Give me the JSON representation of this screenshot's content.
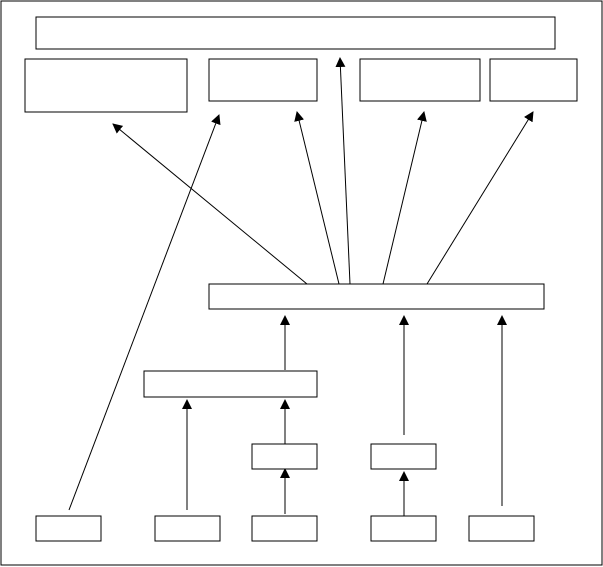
{
  "diagram": {
    "nodes": [
      {
        "id": "top-banner",
        "label": ""
      },
      {
        "id": "top-box-1",
        "label": ""
      },
      {
        "id": "top-box-2",
        "label": ""
      },
      {
        "id": "top-box-3",
        "label": ""
      },
      {
        "id": "top-box-4",
        "label": ""
      },
      {
        "id": "middle-bar",
        "label": ""
      },
      {
        "id": "left-mid-bar",
        "label": ""
      },
      {
        "id": "small-box-1",
        "label": ""
      },
      {
        "id": "small-box-2",
        "label": ""
      },
      {
        "id": "bottom-box-1",
        "label": ""
      },
      {
        "id": "bottom-box-2",
        "label": ""
      },
      {
        "id": "bottom-box-3",
        "label": ""
      },
      {
        "id": "bottom-box-4",
        "label": ""
      },
      {
        "id": "bottom-box-5",
        "label": ""
      }
    ],
    "edges": [
      {
        "from": "bottom-box-1",
        "to": "top-box-2"
      },
      {
        "from": "bottom-box-2",
        "to": "left-mid-bar"
      },
      {
        "from": "bottom-box-3",
        "to": "small-box-1"
      },
      {
        "from": "small-box-1",
        "to": "left-mid-bar"
      },
      {
        "from": "left-mid-bar",
        "to": "middle-bar"
      },
      {
        "from": "bottom-box-4",
        "to": "small-box-2"
      },
      {
        "from": "small-box-2",
        "to": "middle-bar"
      },
      {
        "from": "bottom-box-5",
        "to": "middle-bar"
      },
      {
        "from": "middle-bar",
        "to": "top-box-1"
      },
      {
        "from": "middle-bar",
        "to": "top-box-2"
      },
      {
        "from": "middle-bar",
        "to": "top-banner"
      },
      {
        "from": "middle-bar",
        "to": "top-box-3"
      },
      {
        "from": "middle-bar",
        "to": "top-box-4"
      }
    ]
  }
}
